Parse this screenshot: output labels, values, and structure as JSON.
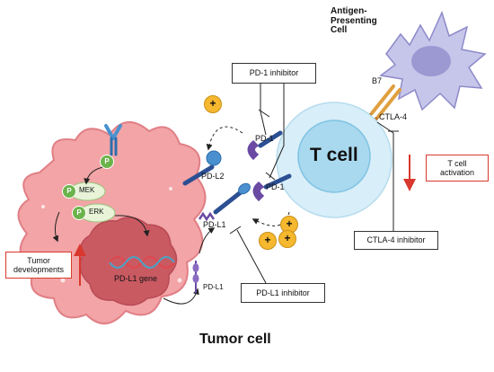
{
  "labels": {
    "apc": "Antigen-\nPresenting\nCell",
    "b7": "B7",
    "ctla4": "CTLA-4",
    "pd1_upper": "PD-1",
    "pd1_lower": "PD-1",
    "pdl2": "PD-L2",
    "pdl1": "PD-L1",
    "pdl1_gene": "PD-L1 gene",
    "pdl1_vesicle": "PD-L1",
    "mek": "MEK",
    "erk": "ERK",
    "p": "P",
    "t_cell": "T cell",
    "tumor_cell": "Tumor cell",
    "plus": "+"
  },
  "boxes": {
    "pd1_inhibitor": "PD-1 inhibitor",
    "pdl1_inhibitor": "PD-L1 inhibitor",
    "ctla4_inhibitor": "CTLA-4 inhibitor",
    "t_cell_activation": "T cell\nactivation",
    "tumor_developments": "Tumor\ndevelopments"
  },
  "colors": {
    "tumor_fill": "#f2a4a6",
    "tumor_nucleus": "#c95a62",
    "t_cell_outer": "#d8eef8",
    "t_cell_inner": "#a9d9ef",
    "apc_fill": "#c6c6ea",
    "apc_nucleus": "#9b98d2",
    "receptor_blue": "#2c4f93",
    "pd1_purple": "#6b4aa3",
    "plus_orange": "#f5b82e",
    "p_green": "#6bb34b",
    "arrow_red": "#d9382e"
  }
}
